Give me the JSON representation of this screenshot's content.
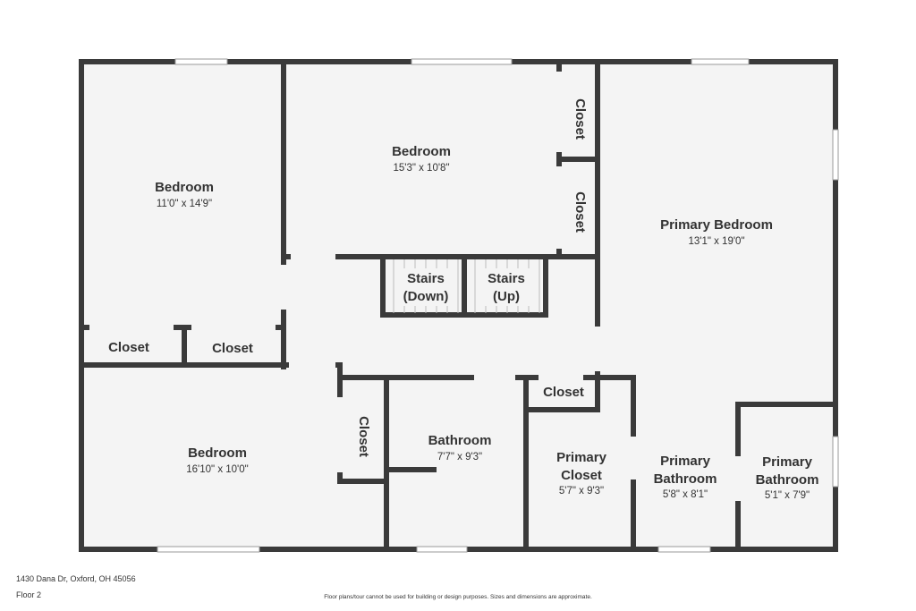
{
  "rooms": {
    "bedroom_nw": {
      "name": "Bedroom",
      "dims": "11'0\" x 14'9\""
    },
    "bedroom_n": {
      "name": "Bedroom",
      "dims": "15'3\" x 10'8\""
    },
    "primary_bedroom": {
      "name": "Primary Bedroom",
      "dims": "13'1\" x 19'0\""
    },
    "bedroom_sw": {
      "name": "Bedroom",
      "dims": "16'10\" x 10'0\""
    },
    "bathroom": {
      "name": "Bathroom",
      "dims": "7'7\" x 9'3\""
    },
    "primary_closet": {
      "name_line1": "Primary",
      "name_line2": "Closet",
      "dims": "5'7\" x 9'3\""
    },
    "primary_bathroom_a": {
      "name_line1": "Primary",
      "name_line2": "Bathroom",
      "dims": "5'8\" x 8'1\""
    },
    "primary_bathroom_b": {
      "name_line1": "Primary",
      "name_line2": "Bathroom",
      "dims": "5'1\" x 7'9\""
    }
  },
  "closets": {
    "closet_1": "Closet",
    "closet_2": "Closet",
    "closet_3": "Closet",
    "closet_4": "Closet",
    "closet_5": "Closet",
    "closet_6": "Closet"
  },
  "stairs": {
    "down_line1": "Stairs",
    "down_line2": "(Down)",
    "up_line1": "Stairs",
    "up_line2": "(Up)"
  },
  "footer": {
    "address": "1430 Dana Dr, Oxford, OH 45056",
    "floor": "Floor 2",
    "disclaimer": "Floor plans/tour cannot be used for building or design purposes. Sizes and dimensions are approximate."
  },
  "colors": {
    "wall": "#3a3a3a",
    "floor": "#f4f4f4",
    "window": "#ffffff"
  }
}
